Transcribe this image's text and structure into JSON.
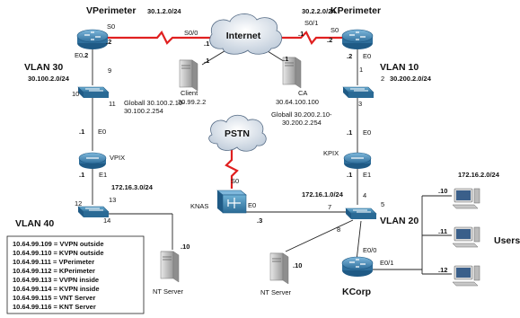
{
  "routers": {
    "vperimeter": {
      "name": "VPerimeter",
      "s0": "S0",
      "s0_ip": ".2",
      "e0": "E0",
      "e0_ip": ".2"
    },
    "kperimeter": {
      "name": "KPerimeter",
      "s0": "S0",
      "s0_ip": ".2",
      "e0": "E0",
      "e0_ip": ".2"
    },
    "kcorp": {
      "name": "KCorp",
      "e00": "E0/0",
      "e01": "E0/1"
    }
  },
  "nets": {
    "left_serial": "30.1.2.0/24",
    "right_serial": "30.2.2.0/24",
    "vlan30_net": "30.100.2.0/24",
    "vlan10_net": "30.200.2.0/24",
    "net_172_16_3": "172.16.3.0/24",
    "net_172_16_1": "172.16.1.0/24",
    "net_172_16_2": "172.16.2.0/24"
  },
  "clouds": {
    "internet": "Internet",
    "pstn": "PSTN"
  },
  "internet_ports": {
    "s00": "S0/0",
    "s01": "S0/1",
    "s00_ip": ".1",
    "s01_ip": ".1"
  },
  "vlans": {
    "vlan30": "VLAN 30",
    "vlan10": "VLAN 10",
    "vlan40": "VLAN 40",
    "vlan20": "VLAN 20"
  },
  "switch_ports": {
    "vlan30": {
      "p10": "10",
      "p9": "9",
      "p11": "11"
    },
    "vlan10": {
      "p1": "1",
      "p2": "2",
      "p3": "3"
    },
    "vlan40": {
      "p12": "12",
      "p13": "13",
      "p14": "14"
    },
    "vlan20": {
      "p4": "4",
      "p5": "5",
      "p7": "7",
      "p8": "8"
    }
  },
  "hosts": {
    "client": {
      "name": "Client",
      "ip": "30.99.2.2",
      "dot": ".1"
    },
    "ca": {
      "name": "CA",
      "ip": "30.64.100.100",
      "dot": ".1"
    },
    "nt1": {
      "name": "NT Server",
      "ip": ".10"
    },
    "nt2": {
      "name": "NT Server",
      "ip": ".10"
    },
    "users": {
      "label": "Users",
      "ip1": ".10",
      "ip2": ".11",
      "ip3": ".12"
    }
  },
  "globals": {
    "left": {
      "l1": "Globall 30.100.2.10-",
      "l2": "30.100.2.254"
    },
    "right": {
      "l1": "Globall 30.200.2.10-",
      "l2": "30.200.2.254"
    }
  },
  "firewalls": {
    "vpix": {
      "name": "VPIX",
      "e0": "E0",
      "e1": "E1",
      "e0_ip": ".1",
      "e1_ip": ".1"
    },
    "kpix": {
      "name": "KPIX",
      "e0": "E0",
      "e1": "E1",
      "e0_ip": ".1",
      "e1_ip": ".1"
    }
  },
  "knas": {
    "name": "KNAS",
    "s0": "S0",
    "e0": "E0",
    "e0_ip": ".3"
  },
  "legend": [
    "10.64.99.109 = VVPN outside",
    "10.64.99.110 = KVPN outside",
    "10.64.99.111 = VPerimeter",
    "10.64.99.112 = KPerimeter",
    "10.64.99.113 = VVPN inside",
    "10.64.99.114 = KVPN inside",
    "10.64.99.115 = VNT Server",
    "10.64.99.116 = KNT Server"
  ]
}
